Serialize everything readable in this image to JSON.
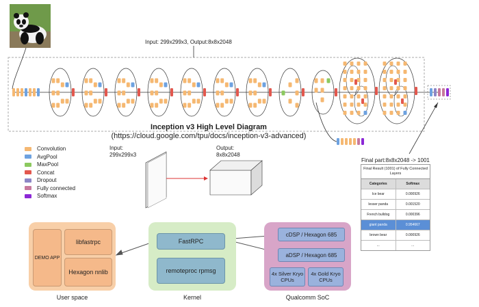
{
  "diagram": {
    "input_label": "Input: 299x299x3, Output:8x8x2048",
    "title": "Inception v3 High Level Diagram",
    "url": "(https://cloud.google.com/tpu/docs/inception-v3-advanced)",
    "final_part": "Final part:8x8x2048 -> 1001"
  },
  "colors": {
    "convolution": "#f5b872",
    "avgpool": "#6ea2e0",
    "maxpool": "#8cc95f",
    "concat": "#e2584e",
    "dropout": "#8d86c6",
    "fully_connected": "#c7799d",
    "softmax": "#8c28d6"
  },
  "legend": [
    {
      "label": "Convolution",
      "color": "#f5b872"
    },
    {
      "label": "AvgPool",
      "color": "#6ea2e0"
    },
    {
      "label": "MaxPool",
      "color": "#8cc95f"
    },
    {
      "label": "Concat",
      "color": "#e2584e"
    },
    {
      "label": "Dropout",
      "color": "#8d86c6"
    },
    {
      "label": "Fully connected",
      "color": "#c7799d"
    },
    {
      "label": "Softmax",
      "color": "#8c28d6"
    }
  ],
  "tensor": {
    "input_line1": "Input:",
    "input_line2": "299x299x3",
    "output_line1": "Output:",
    "output_line2": "8x8x2048"
  },
  "result_table": {
    "title": "Final Result (1001) of Fully Connected  Layers",
    "headers": [
      "Categories",
      "Softmax"
    ],
    "rows": [
      [
        "Ice bear",
        "0.000926"
      ],
      [
        "lesser panda",
        "0.001520"
      ],
      [
        "French bulldog",
        "0.000396"
      ],
      [
        "giant panda",
        "0.954667"
      ],
      [
        "brown bear",
        "0.000926"
      ],
      [
        "...",
        "..."
      ]
    ]
  },
  "architecture": {
    "user_space": {
      "caption": "User space",
      "demo_app": "DEMO APP",
      "libfastrpc": "libfastrpc",
      "hexagon_nnlib": "Hexagon nnlib"
    },
    "kernel": {
      "caption": "Kernel",
      "fastrpc": "FastRPC",
      "remoteproc": "remoteproc rpmsg"
    },
    "soc": {
      "caption": "Qualcomm SoC",
      "cdsp": "cDSP / Hexagon 685",
      "adsp": "aDSP / Hexagon 685",
      "silver": "4x Silver Kryo CPUs",
      "gold": "4x Gold Kryo CPUs"
    }
  }
}
